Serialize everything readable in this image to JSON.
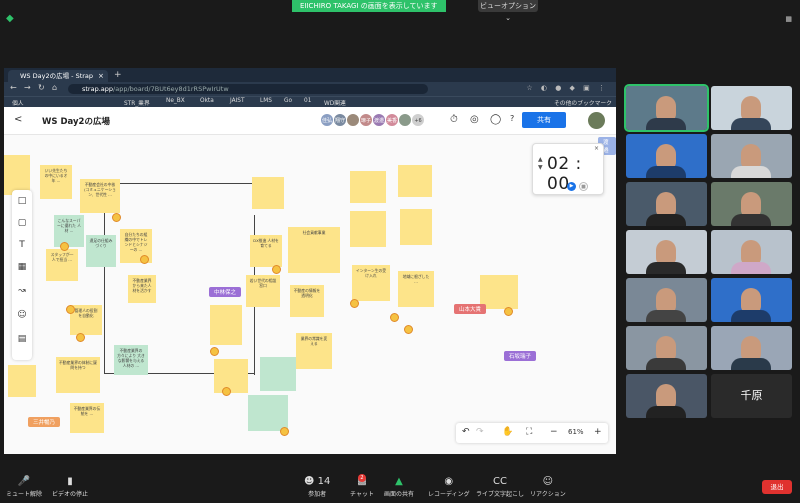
{
  "zoom": {
    "share_banner": "EIICHIRO TAKAGI の画面を表示しています",
    "view_options": "ビューオプション ⌄"
  },
  "browser": {
    "tab_title": "WS Day2の広場 - Strap",
    "url_host": "strap.app",
    "url_path": "/app/board/7BUt6ey8d1rRSPwIrUtw",
    "bookmarks": [
      "個人",
      "STR_業界",
      "Ne_BX",
      "Okta",
      "JAIST",
      "LMS",
      "Go",
      "01",
      "WD関連",
      "その他のブックマーク"
    ]
  },
  "board": {
    "back": "<",
    "title": "WS Day2の広場",
    "avatars": [
      {
        "label": "佳弘",
        "color": "#8a9ec2"
      },
      {
        "label": "翔守",
        "color": "#7a8aa0"
      },
      {
        "label": "",
        "color": "#9b8a7a"
      },
      {
        "label": "琢子",
        "color": "#c28a8a"
      },
      {
        "label": "渡邉",
        "color": "#9a7ab2"
      },
      {
        "label": "美香",
        "color": "#d28a9a"
      },
      {
        "label": "",
        "color": "#8a9a8a"
      },
      {
        "label": "+6",
        "color": "#cfcfcf"
      }
    ],
    "share_label": "共有",
    "timer": {
      "minutes": "02",
      "seconds": "00",
      "display": "02 : 00"
    },
    "zoom_level": "61%",
    "name_tags": [
      {
        "label": "中林保之",
        "color": "#9b6fd6"
      },
      {
        "label": "山本大貴",
        "color": "#e57373"
      },
      {
        "label": "石坂瑞子",
        "color": "#9b6fd6"
      },
      {
        "label": "三井暢乃",
        "color": "#f0a060"
      },
      {
        "label": "渡邉",
        "color": "#9bb2e6"
      }
    ],
    "stickies": [
      "いい先生たちの中にいるオ年 …",
      "不動産会社の中核 (コミュニケーション、世代性 …",
      "スタッフが一人で担当 …",
      "こんなスーパーに優れた 人材 …",
      "遠足の仕組みづくり",
      "自分たちの組織の中でトレンドとシナジーの …",
      "不動産業界から来た人材を活かす",
      "管理人の役割を自動化",
      "不動産業界の方々により 大きな影響を与える人材の …",
      "不動産業界の体制に疑問を持つ",
      "不動産業界の伝統を …",
      "DX推進 人材を育てる",
      "若い世代の相談窓口",
      "社会貢献事業",
      "不動産の情報を透明化",
      "業界の常識を変える",
      "インターン生の受け入れ",
      "地域に根ざした …"
    ]
  },
  "gallery": {
    "last_name": "千原"
  },
  "bottom_bar": {
    "mute": "ミュート解除",
    "video": "ビデオの停止",
    "participants": "参加者",
    "participants_count": "14",
    "chat": "チャット",
    "chat_badge": "2",
    "share": "画面の共有",
    "record": "レコーディング",
    "caption": "ライブ文字起こし",
    "reaction": "リアクション",
    "leave": "退出"
  }
}
